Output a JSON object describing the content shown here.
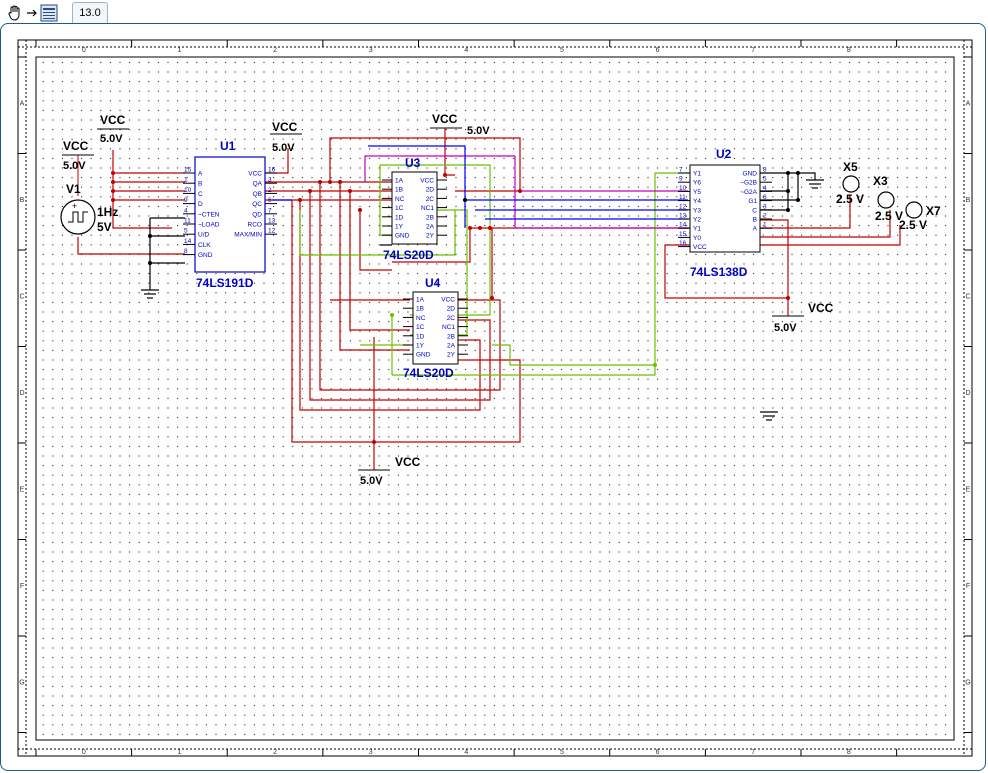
{
  "toolbar": {
    "tab_label": "13.0",
    "icons": [
      "hand-pan-icon",
      "arrow-right-icon",
      "schematic-icon"
    ]
  },
  "sheet": {
    "col_labels": [
      "0",
      "1",
      "2",
      "3",
      "4",
      "5",
      "6",
      "7",
      "8"
    ],
    "row_labels": [
      "A",
      "B",
      "C",
      "D",
      "E",
      "F",
      "G"
    ]
  },
  "components": {
    "vcc1": {
      "label": "VCC",
      "value": "5.0V"
    },
    "vcc2": {
      "label": "VCC",
      "value": "5.0V"
    },
    "vcc3": {
      "label": "VCC",
      "value": "5.0V"
    },
    "vcc4": {
      "label": "VCC",
      "value": "5.0V"
    },
    "vcc5": {
      "label": "VCC",
      "value": "5.0V"
    },
    "vcc6": {
      "label": "VCC",
      "value": "5.0V"
    },
    "v1": {
      "ref": "V1",
      "freq": "1Hz",
      "amp": "5V"
    },
    "u1": {
      "ref": "U1",
      "part": "74LS191D",
      "left_pins": [
        "A",
        "B",
        "C",
        "D",
        "~CTEN",
        "~LOAD",
        "U/D",
        "CLK",
        "GND"
      ],
      "left_nums": [
        "15",
        "1",
        "10",
        "9",
        "4",
        "11",
        "5",
        "14",
        "8"
      ],
      "right_pins": [
        "VCC",
        "QA",
        "QB",
        "QC",
        "QD",
        "RCO",
        "MAX/MIN"
      ],
      "right_nums": [
        "16",
        "3",
        "2",
        "6",
        "7",
        "13",
        "12"
      ]
    },
    "u3": {
      "ref": "U3",
      "part": "74LS20D",
      "left_pins": [
        "1A",
        "1B",
        "NC",
        "1C",
        "1D",
        "1Y",
        "GND"
      ],
      "right_pins": [
        "VCC",
        "2D",
        "2C",
        "NC1",
        "2B",
        "2A",
        "2Y"
      ]
    },
    "u4": {
      "ref": "U4",
      "part": "74LS20D",
      "left_pins": [
        "1A",
        "1B",
        "NC",
        "1C",
        "1D",
        "1Y",
        "GND"
      ],
      "right_pins": [
        "VCC",
        "2D",
        "2C",
        "NC1",
        "2B",
        "2A",
        "2Y"
      ]
    },
    "u2": {
      "ref": "U2",
      "part": "74LS138D",
      "left_pins": [
        "Y1",
        "Y6",
        "Y5",
        "Y4",
        "Y3",
        "Y2",
        "Y1",
        "Y0",
        "VCC"
      ],
      "left_nums": [
        "7",
        "9",
        "10",
        "11",
        "12",
        "13",
        "14",
        "15",
        "16"
      ],
      "right_pins": [
        "GND",
        "~G2B",
        "~G2A",
        "G1",
        "C",
        "B",
        "A"
      ],
      "right_nums": [
        "8",
        "5",
        "4",
        "6",
        "3",
        "2",
        "1"
      ]
    },
    "x5": {
      "ref": "X5",
      "value": "2.5 V"
    },
    "x3": {
      "ref": "X3",
      "value": "2.5 V"
    },
    "x7": {
      "ref": "X7",
      "value": "2.5 V"
    }
  },
  "colors": {
    "wire_red": "#c00000",
    "wire_green": "#6ac000",
    "wire_magenta": "#c000c0",
    "wire_blue": "#0000ff",
    "part_blue": "#0000c8"
  }
}
